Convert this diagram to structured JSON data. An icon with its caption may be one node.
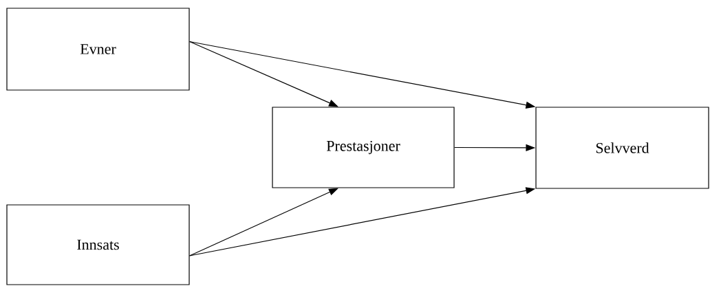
{
  "diagram": {
    "nodes": [
      {
        "text": [
          "Evner"
        ]
      },
      {
        "text": [
          "Innsats"
        ]
      },
      {
        "text": [
          "Prestasjoner"
        ]
      },
      {
        "text": [
          "Selvverd"
        ]
      }
    ],
    "edges": [
      {
        "from": 0,
        "to": 2,
        "arrow": "to"
      },
      {
        "from": 0,
        "to": 3,
        "arrow": "to"
      },
      {
        "from": 1,
        "to": 2,
        "arrow": "to"
      },
      {
        "from": 1,
        "to": 3,
        "arrow": "to"
      },
      {
        "from": 2,
        "to": 3,
        "arrow": "to"
      }
    ]
  }
}
